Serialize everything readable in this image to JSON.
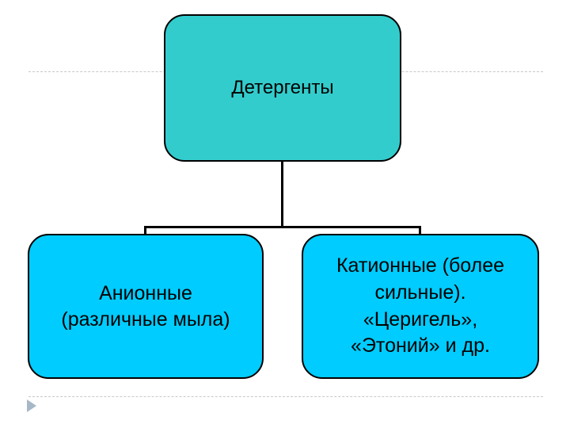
{
  "diagram": {
    "root": {
      "label": "Детергенты",
      "color": "#33cccc"
    },
    "children": [
      {
        "label": "Анионные\n(различные мыла)",
        "color": "#00ccff"
      },
      {
        "label": "Катионные (более\nсильные).\n«Церигель»,\n«Этоний» и др.",
        "color": "#00ccff"
      }
    ],
    "connector_color": "#000000",
    "slide_decor": {
      "bullet_icon": "triangle-bullet-icon",
      "bullet_color": "#a6b8c8",
      "rule_color": "#c8c8c8"
    }
  }
}
